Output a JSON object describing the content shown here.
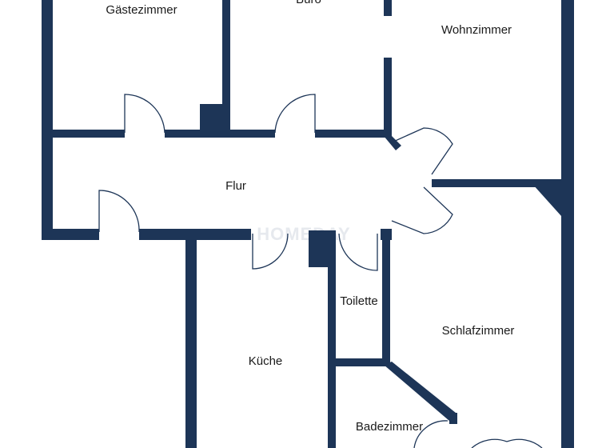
{
  "floor_plan": {
    "wall_color": "#1d3557",
    "background_color": "#ffffff",
    "rooms": {
      "gaestezimmer": "Gästezimmer",
      "buero": "Büro",
      "wohnzimmer": "Wohnzimmer",
      "flur": "Flur",
      "toilette": "Toilette",
      "schlafzimmer": "Schlafzimmer",
      "kueche": "Küche",
      "badezimmer": "Badezimmer"
    },
    "watermark": "HOMEDAY"
  }
}
